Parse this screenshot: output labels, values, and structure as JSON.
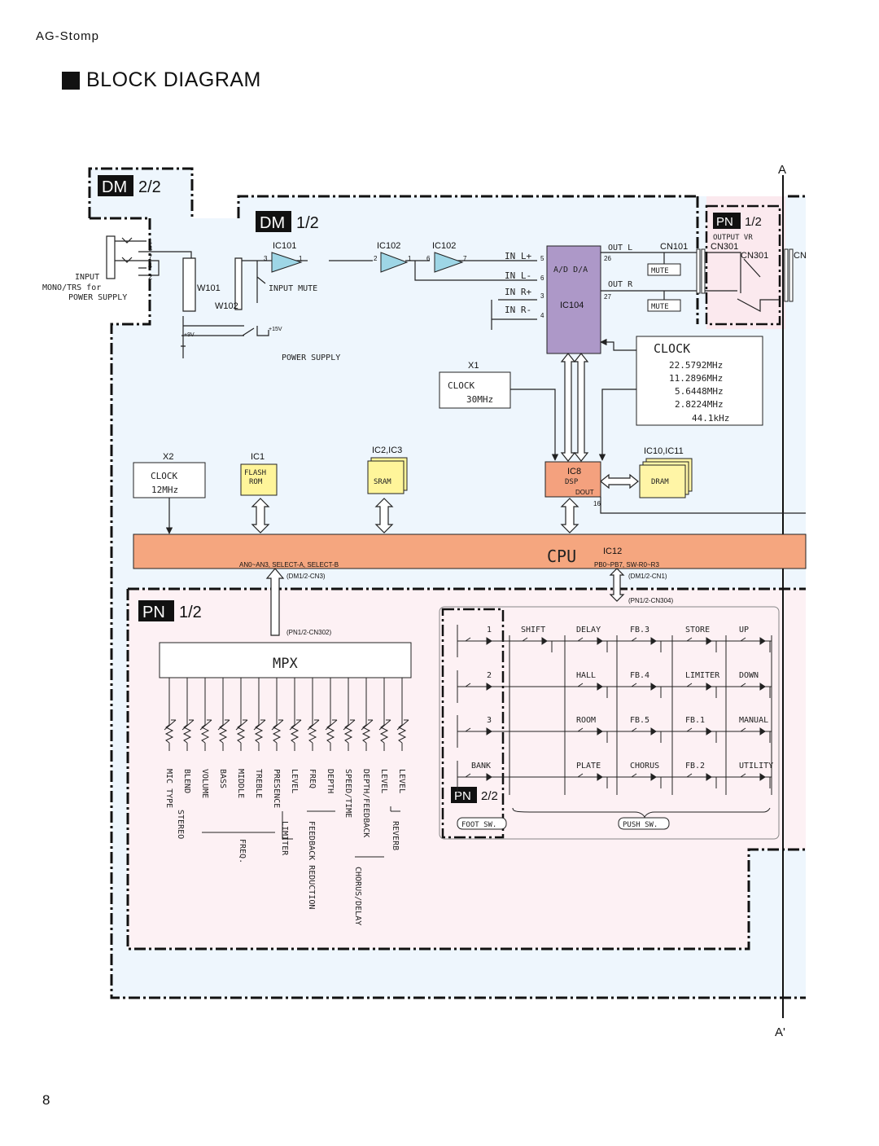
{
  "header": {
    "model": "AG-Stomp"
  },
  "title": "BLOCK DIAGRAM",
  "page_number": "8",
  "markers": {
    "a_top": "A",
    "a_bottom": "A'"
  },
  "sections": {
    "dm2": {
      "tag": "DM",
      "part": "2/2"
    },
    "dm1": {
      "tag": "DM",
      "part": "1/2"
    },
    "pn1_top": {
      "tag": "PN",
      "part": "1/2"
    },
    "pn1": {
      "tag": "PN",
      "part": "1/2"
    },
    "pn2": {
      "tag": "PN",
      "part": "2/2"
    }
  },
  "input": {
    "label1": "INPUT",
    "label2": "MONO/TRS for",
    "label3": "POWER SUPPLY",
    "pins": [
      "1",
      "3",
      "7",
      "4",
      "2"
    ],
    "w101": "W101",
    "w102": "W102"
  },
  "ics": {
    "ic101": "IC101",
    "ic102a": "IC102",
    "ic102b": "IC102",
    "ic104": "IC104",
    "ad_da": "A/D  D/A",
    "ic8": "IC8",
    "dsp": "DSP",
    "dout": "DOUT",
    "ic1": "IC1",
    "flash1": "FLASH",
    "flash2": "ROM",
    "ic23": "IC2,IC3",
    "sram": "SRAM",
    "ic1011": "IC10,IC11",
    "dram": "DRAM",
    "ic12": "IC12",
    "cpu": "CPU"
  },
  "pins": {
    "p3": "3",
    "p1": "1",
    "p2": "2",
    "p1b": "1",
    "p6": "6",
    "p7": "7",
    "p5": "5",
    "p6b": "6",
    "p3b": "3",
    "p4": "4",
    "p26": "26",
    "p27": "27",
    "p16": "16"
  },
  "codec": {
    "in_lp": "IN L+",
    "in_lm": "IN L-",
    "in_rp": "IN R+",
    "in_rm": "IN R-",
    "out_l": "OUT L",
    "out_r": "OUT R",
    "mute1": "MUTE",
    "mute2": "MUTE"
  },
  "misc": {
    "input_mute": "INPUT MUTE",
    "power_supply": "POWER SUPPLY",
    "plus9v": "+9V",
    "plus15v": "+15V"
  },
  "connectors": {
    "cn101": "CN101",
    "cn301a": "CN301",
    "cn301b": "CN301",
    "cn": "CN",
    "output_vr": "OUTPUT VR",
    "dm1_cn3": "(DM1/2-CN3)",
    "dm1_cn1": "(DM1/2-CN1)",
    "pn1_cn304": "(PN1/2-CN304)",
    "pn1_cn302": "(PN1/2-CN302)"
  },
  "clocks": {
    "x1": "X1",
    "clock30_label": "CLOCK",
    "clock30_freq": "30MHz",
    "x2": "X2",
    "clock12_label": "CLOCK",
    "clock12_freq": "12MHz",
    "master_label": "CLOCK",
    "master_freqs": [
      "22.5792MHz",
      "11.2896MHz",
      "5.6448MHz",
      "2.8224MHz",
      "44.1kHz"
    ]
  },
  "bus": {
    "left": "AN0~AN3, SELECT-A, SELECT-B",
    "right": "PB0~PB7, SW-R0~R3"
  },
  "mpx": {
    "label": "MPX"
  },
  "pots": [
    "MIC TYPE",
    "BLEND",
    "VOLUME",
    "BASS",
    "MIDDLE",
    "TREBLE",
    "PRESENCE",
    "LEVEL",
    "FREQ",
    "DEPTH",
    "SPEED/TIME",
    "DEPTH/FEEDBACK",
    "LEVEL",
    "LEVEL"
  ],
  "pot_groups": {
    "stereo": "STEREO",
    "freq": "FREQ.",
    "limiter": "LIMITER",
    "feedback_reduction": "FEEDBACK REDUCTION",
    "chorus_delay": "CHORUS/DELAY",
    "reverb": "REVERB"
  },
  "switch_matrix": {
    "foot_rows": [
      "1",
      "2",
      "3",
      "BANK"
    ],
    "push_rows": [
      [
        "SHIFT",
        "DELAY",
        "FB.3",
        "STORE",
        "UP"
      ],
      [
        "",
        "HALL",
        "FB.4",
        "LIMITER",
        "DOWN"
      ],
      [
        "",
        "ROOM",
        "FB.5",
        "FB.1",
        "MANUAL"
      ],
      [
        "",
        "PLATE",
        "CHORUS",
        "FB.2",
        "UTILITY"
      ]
    ],
    "foot_sw": "FOOT SW.",
    "push_sw": "PUSH SW."
  },
  "colors": {
    "dm_fill": "#eef6fd",
    "pn_fill": "#fdf1f4",
    "dsp_purple": "#ad98c8",
    "ic8_orange": "#f4a17e",
    "cpu_orange": "#f5a67f",
    "rom_yellow": "#fff59a",
    "dram_yellow": "#fff5a6",
    "cpu_text": "#b8562a"
  }
}
